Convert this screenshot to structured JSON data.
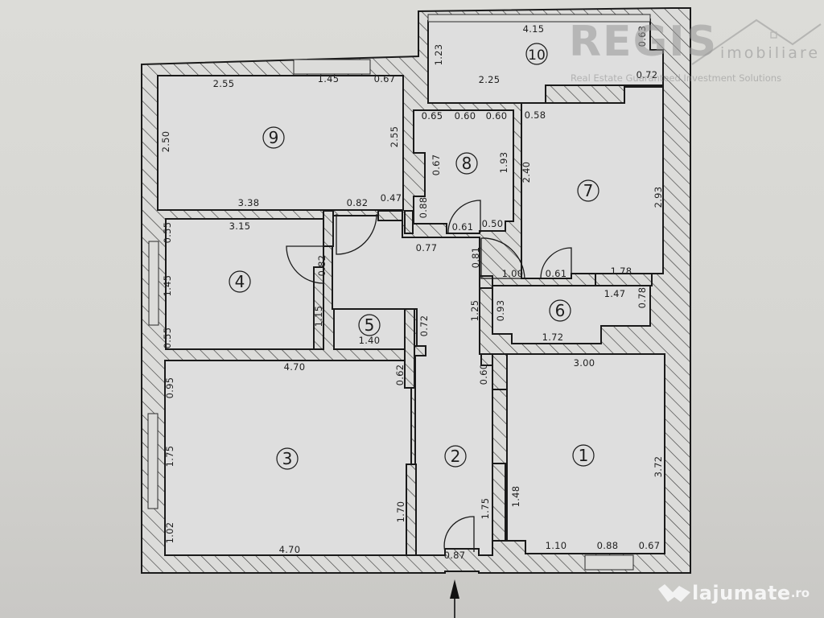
{
  "watermark": {
    "brand": "REGIS",
    "brand_suffix": "imobiliare",
    "tagline": "Real Estate Guaranteed Investment Solutions",
    "site": "lajumate",
    "site_tld": ".ro"
  },
  "rooms": [
    {
      "number": "1",
      "dims": [
        "3.00",
        "3.72",
        "1.48",
        "1.10",
        "0.88",
        "0.67"
      ]
    },
    {
      "number": "2",
      "dims": [
        "1.75",
        "0.87",
        "1.70"
      ]
    },
    {
      "number": "3",
      "dims": [
        "4.70",
        "0.95",
        "1.75",
        "1.02",
        "4.70",
        "1.70",
        "0.62"
      ]
    },
    {
      "number": "4",
      "dims": [
        "3.15",
        "0.55",
        "1.45",
        "0.55",
        "0.82",
        "1.15"
      ]
    },
    {
      "number": "5",
      "dims": [
        "1.40",
        "0.72"
      ]
    },
    {
      "number": "6",
      "dims": [
        "1.47",
        "0.78",
        "1.72",
        "0.93",
        "1.25",
        "0.60"
      ]
    },
    {
      "number": "7",
      "dims": [
        "0.58",
        "2.40",
        "2.93",
        "1.00",
        "0.61",
        "1.78"
      ]
    },
    {
      "number": "8",
      "dims": [
        "0.65",
        "0.60",
        "0.60",
        "0.67",
        "1.93",
        "0.88",
        "0.61",
        "0.50",
        "0.77",
        "0.81"
      ]
    },
    {
      "number": "9",
      "dims": [
        "2.55",
        "1.45",
        "0.67",
        "2.50",
        "2.55",
        "3.38",
        "0.82",
        "0.47"
      ]
    },
    {
      "number": "10",
      "dims": [
        "4.15",
        "0.63",
        "1.23",
        "2.25",
        "0.72"
      ]
    }
  ],
  "labels": {
    "r10_top": "4.15",
    "r10_right": "0.63",
    "r10_left": "1.23",
    "r10_bottom": "2.25",
    "r10_step": "0.72",
    "r9_top_a": "2.55",
    "r9_top_b": "1.45",
    "r9_top_c": "0.67",
    "r9_left": "2.50",
    "r9_right": "2.55",
    "r9_bottom": "3.38",
    "r9_door": "0.82",
    "r9_stub": "0.47",
    "r8_top_a": "0.65",
    "r8_top_b": "0.60",
    "r8_top_c": "0.60",
    "r8_left_a": "0.67",
    "r8_right": "1.93",
    "r8_left_b": "0.88",
    "r8_door": "0.61",
    "r8_stub": "0.50",
    "r8_under": "0.77",
    "r7_top": "0.58",
    "r7_left": "2.40",
    "r7_right": "2.93",
    "r7_bottom_a": "1.00",
    "r7_door": "0.61",
    "r7_bottom_b": "1.78",
    "r4_top": "3.15",
    "r4_left_a": "0.55",
    "r4_left_b": "1.45",
    "r4_left_c": "0.55",
    "r4_door": "0.82",
    "r4_right": "1.15",
    "r5_bottom": "1.40",
    "r5_right": "0.72",
    "hall_81": "0.81",
    "r6_top": "1.47",
    "r6_right": "0.78",
    "r6_bottom": "1.72",
    "r6_left": "0.93",
    "r6_outer": "1.25",
    "r3_top": "4.70",
    "r3_left_a": "0.95",
    "r3_left_b": "1.75",
    "r3_left_c": "1.02",
    "r3_bottom": "4.70",
    "r3_right": "1.70",
    "r3_stub": "0.62",
    "r2_door": "0.87",
    "r2_right": "1.75",
    "r2_left_stub": "0.60",
    "r1_top": "3.00",
    "r1_right": "3.72",
    "r1_left": "1.48",
    "r1_bottom_a": "1.10",
    "r1_bottom_b": "0.88",
    "r1_bottom_c": "0.67"
  },
  "room_numbers": {
    "r1": "1",
    "r2": "2",
    "r3": "3",
    "r4": "4",
    "r5": "5",
    "r6": "6",
    "r7": "7",
    "r8": "8",
    "r9": "9",
    "r10": "10"
  },
  "colors": {
    "paper": "#dcdcd8",
    "line": "#1a1a1a",
    "hatch": "#3a3a3a"
  }
}
